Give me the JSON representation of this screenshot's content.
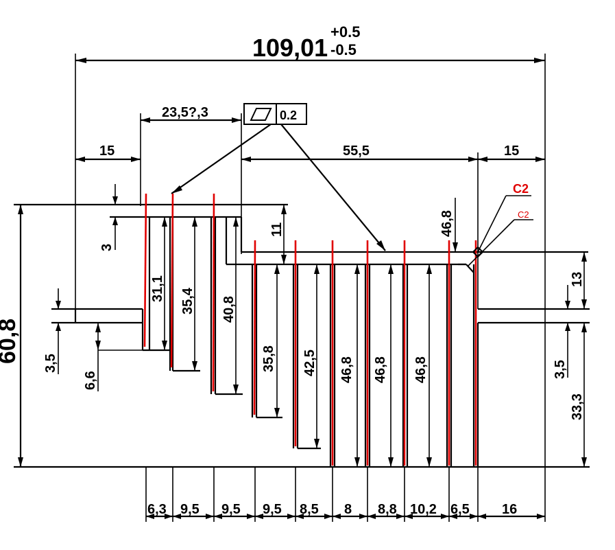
{
  "colors": {
    "outline": "#000000",
    "fin_highlight": "#e00000",
    "background": "#ffffff"
  },
  "dimensions": {
    "overall_width": "109,01",
    "overall_tol_plus": "+0.5",
    "overall_tol_minus": "-0.5",
    "left_offset": "15",
    "right_offset": "15",
    "left_block_width": "23,5?,3",
    "right_block_width": "55,5",
    "total_height": "60,8",
    "left_step": "3",
    "step_height": "11",
    "right_top": "13",
    "right_bottom": "33,3",
    "base_left_1": "3,5",
    "base_left_2": "6,6",
    "base_right": "3,5"
  },
  "tolerance_frame": {
    "symbol": "flatness-icon",
    "value": "0.2"
  },
  "fin_lengths": [
    "31,1",
    "35,4",
    "40,8",
    "35,8",
    "42,5",
    "46,8",
    "46,8",
    "46,8",
    "46,8"
  ],
  "pitches": [
    "6,3",
    "9,5",
    "9,5",
    "9,5",
    "8,5",
    "8",
    "8,8",
    "10,2",
    "6,5",
    "16"
  ],
  "chamfers": [
    "C2",
    "C2"
  ]
}
